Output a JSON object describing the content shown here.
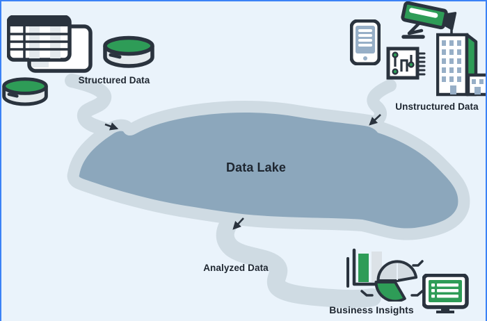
{
  "diagram": {
    "title": "Data Lake",
    "labels": {
      "structured": "Structured Data",
      "unstructured": "Unstructured Data",
      "lake": "Data Lake",
      "analyzed": "Analyzed Data",
      "insights": "Business Insights"
    },
    "icons": {
      "structured": [
        "spreadsheet-table-icon",
        "database-icon",
        "database-icon"
      ],
      "unstructured": [
        "cctv-camera-icon",
        "smartphone-icon",
        "circuit-chip-icon",
        "office-building-icon"
      ],
      "insights": [
        "bar-chart-icon",
        "pie-chart-icon",
        "monitor-report-icon"
      ]
    },
    "flows": [
      {
        "from": "Structured Data",
        "to": "Data Lake"
      },
      {
        "from": "Unstructured Data",
        "to": "Data Lake"
      },
      {
        "from": "Data Lake",
        "to": "Analyzed Data / Business Insights"
      }
    ]
  },
  "colors": {
    "bg": "#EAF3FB",
    "accent": "#3B82F6",
    "lake": "#8CA7BC",
    "shore": "#CFDBE3",
    "dark": "#2A333E",
    "text": "#1E2630",
    "green": "#2E9C57",
    "lightfill": "#E3E9ED",
    "bluegray": "#97AFC7",
    "piegray": "#D4DCE2",
    "bargray": "#DCE2E7",
    "white": "#FFFFFF"
  }
}
